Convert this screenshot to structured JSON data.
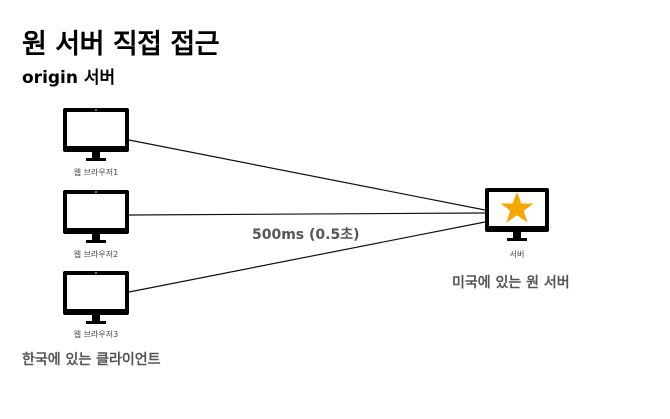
{
  "title": "원 서버 직접 접근",
  "subtitle": "origin 서버",
  "clients": [
    {
      "label": "웹 브라우저1"
    },
    {
      "label": "웹 브라우저2"
    },
    {
      "label": "웹 브라우저3"
    }
  ],
  "client_group_label": "한국에 있는 클라이언트",
  "server": {
    "label": "서버",
    "location_label": "미국에 있는 원 서버",
    "star_color": "#F5A800"
  },
  "latency_label": "500ms (0.5초)"
}
